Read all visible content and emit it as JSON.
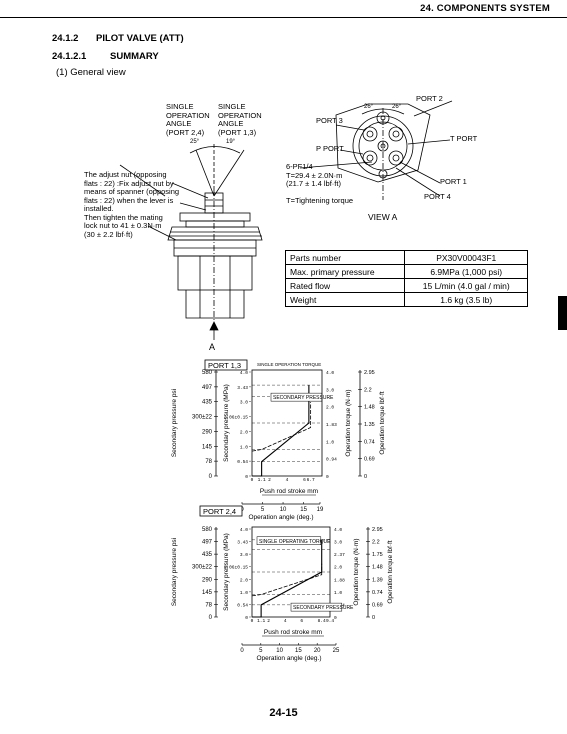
{
  "header": {
    "section_title": "24. COMPONENTS SYSTEM"
  },
  "heading1": {
    "number": "24.1.2",
    "title": "PILOT VALVE (ATT)"
  },
  "heading2": {
    "number": "24.1.2.1",
    "title": "SUMMARY"
  },
  "general_view": "(1) General view",
  "valve_drawing": {
    "single_op_24": [
      "SINGLE",
      "OPERATION",
      "ANGLE",
      "(PORT 2,4)"
    ],
    "single_op_13": [
      "SINGLE",
      "OPERATION",
      "ANGLE",
      "(PORT 1,3)"
    ],
    "angle_25": "25°",
    "angle_19": "19°",
    "adjust_note": [
      "The adjust nut (opposing",
      "flats : 22) :Fix adjust nut by",
      "means of spanner (opposing",
      "flats : 22) when the lever is",
      "installed.",
      "Then tighten the mating",
      "lock nut to 41 ± 0.3N·m",
      "(30 ± 2.2 lbf·ft)"
    ],
    "arrow_label": "A"
  },
  "view_a": {
    "port2": "PORT 2",
    "port3": "PORT 3",
    "pport": "P PORT",
    "tport": "T PORT",
    "port1": "PORT 1",
    "port4": "PORT 4",
    "angle_left": "26°",
    "angle_right": "26°",
    "pf_spec": [
      "6-PF1/4",
      "T=29.4 ± 2.0N·m",
      "(21.7 ± 1.4 lbf·ft)"
    ],
    "tightening_note": "T=Tightening torque",
    "caption": "VIEW A"
  },
  "spec_table": [
    {
      "label": "Parts number",
      "value": "PX30V00043F1"
    },
    {
      "label": "Max. primary pressure",
      "value": "6.9MPa (1,000 psi)"
    },
    {
      "label": "Rated flow",
      "value": "15 L/min (4.0 gal / min)"
    },
    {
      "label": "Weight",
      "value": "1.6 kg (3.5 lb)"
    }
  ],
  "chart_data": [
    {
      "type": "line",
      "title": "PORT 1,3",
      "subtitle": "SINGLE OPERATION TORQUE",
      "xlabel": "Push rod stroke mm",
      "x2label": "Operation angle (deg.)",
      "ylabel_left_outer": "Secondary pressure psi",
      "ylabel_left_inner": "Secondary pressure (MPa)",
      "ylabel_right_inner": "Operation torque (N·m)",
      "ylabel_right_outer": "Operation torque lbf·ft",
      "psi_ticks": [
        "580",
        "497",
        "435",
        "300±22",
        "290",
        "145",
        "78",
        "0"
      ],
      "mpa_ticks": [
        "4.0",
        "3.43",
        "3.0",
        "2.06±0.15",
        "2.0",
        "1.0",
        "0.54",
        "0"
      ],
      "torque_nm_ticks": [
        "4.0",
        "3.0",
        "2.0",
        "1.83",
        "1.0",
        "0.94",
        "0"
      ],
      "torque_lbf_ticks": [
        "2.95",
        "2.2",
        "1.48",
        "1.35",
        "0.74",
        "0.69",
        "0"
      ],
      "x_ticks": [
        "0",
        "1.1",
        "2",
        "4",
        "6",
        "6.7"
      ],
      "angle_ticks": [
        "0",
        "5",
        "10",
        "15",
        "19"
      ],
      "annotations": [
        "SECONDARY PRESSURE"
      ],
      "series": [
        {
          "name": "SECONDARY PRESSURE",
          "x": [
            0,
            1.1,
            1.1,
            6.5,
            6.5
          ],
          "y": [
            0,
            0,
            0.54,
            2.0,
            3.43
          ]
        },
        {
          "name": "SINGLE OPERATION TORQUE",
          "x": [
            0,
            1.1,
            6.7,
            6.7
          ],
          "y": [
            0.94,
            1.0,
            1.83,
            2.79
          ]
        }
      ],
      "xlim": [
        0,
        8
      ],
      "ylim": [
        0,
        4.0
      ]
    },
    {
      "type": "line",
      "title": "PORT 2,4",
      "xlabel": "Push rod stroke mm",
      "x2label": "Operation angle (deg.)",
      "ylabel_left_outer": "Secondary pressure psi",
      "ylabel_left_inner": "Secondary pressure (MPa)",
      "ylabel_right_inner": "Operation torque (N·m)",
      "ylabel_right_outer": "Operation torque lbf·ft",
      "psi_ticks": [
        "580",
        "497",
        "435",
        "300±22",
        "290",
        "145",
        "78",
        "0"
      ],
      "mpa_ticks": [
        "4.0",
        "3.43",
        "3.0",
        "2.06±0.15",
        "2.0",
        "1.0",
        "0.54",
        "0"
      ],
      "torque_nm_ticks": [
        "4.0",
        "3.0",
        "2.37",
        "2.0",
        "1.88",
        "1.0",
        "0.94",
        "0"
      ],
      "torque_lbf_ticks": [
        "2.95",
        "2.2",
        "1.75",
        "1.48",
        "1.39",
        "0.74",
        "0.69",
        "0"
      ],
      "x_ticks": [
        "0",
        "1.1",
        "2",
        "4",
        "6",
        "8.4",
        "9.4"
      ],
      "angle_ticks": [
        "0",
        "5",
        "10",
        "15",
        "20",
        "25"
      ],
      "annotations": [
        "SINGLE OPERATING TORQUE",
        "SECONDARY PRESSURE"
      ],
      "series": [
        {
          "name": "SECONDARY PRESSURE",
          "x": [
            0,
            1.1,
            1.1,
            8.4,
            8.4
          ],
          "y": [
            0,
            0,
            0.54,
            2.0,
            3.43
          ]
        },
        {
          "name": "SINGLE OPERATING TORQUE",
          "x": [
            0,
            1.1,
            8.4,
            8.4
          ],
          "y": [
            0.94,
            1.0,
            1.88,
            2.37
          ]
        }
      ],
      "xlim": [
        0,
        9.4
      ],
      "ylim": [
        0,
        4.0
      ]
    }
  ],
  "page_number": "24-15"
}
